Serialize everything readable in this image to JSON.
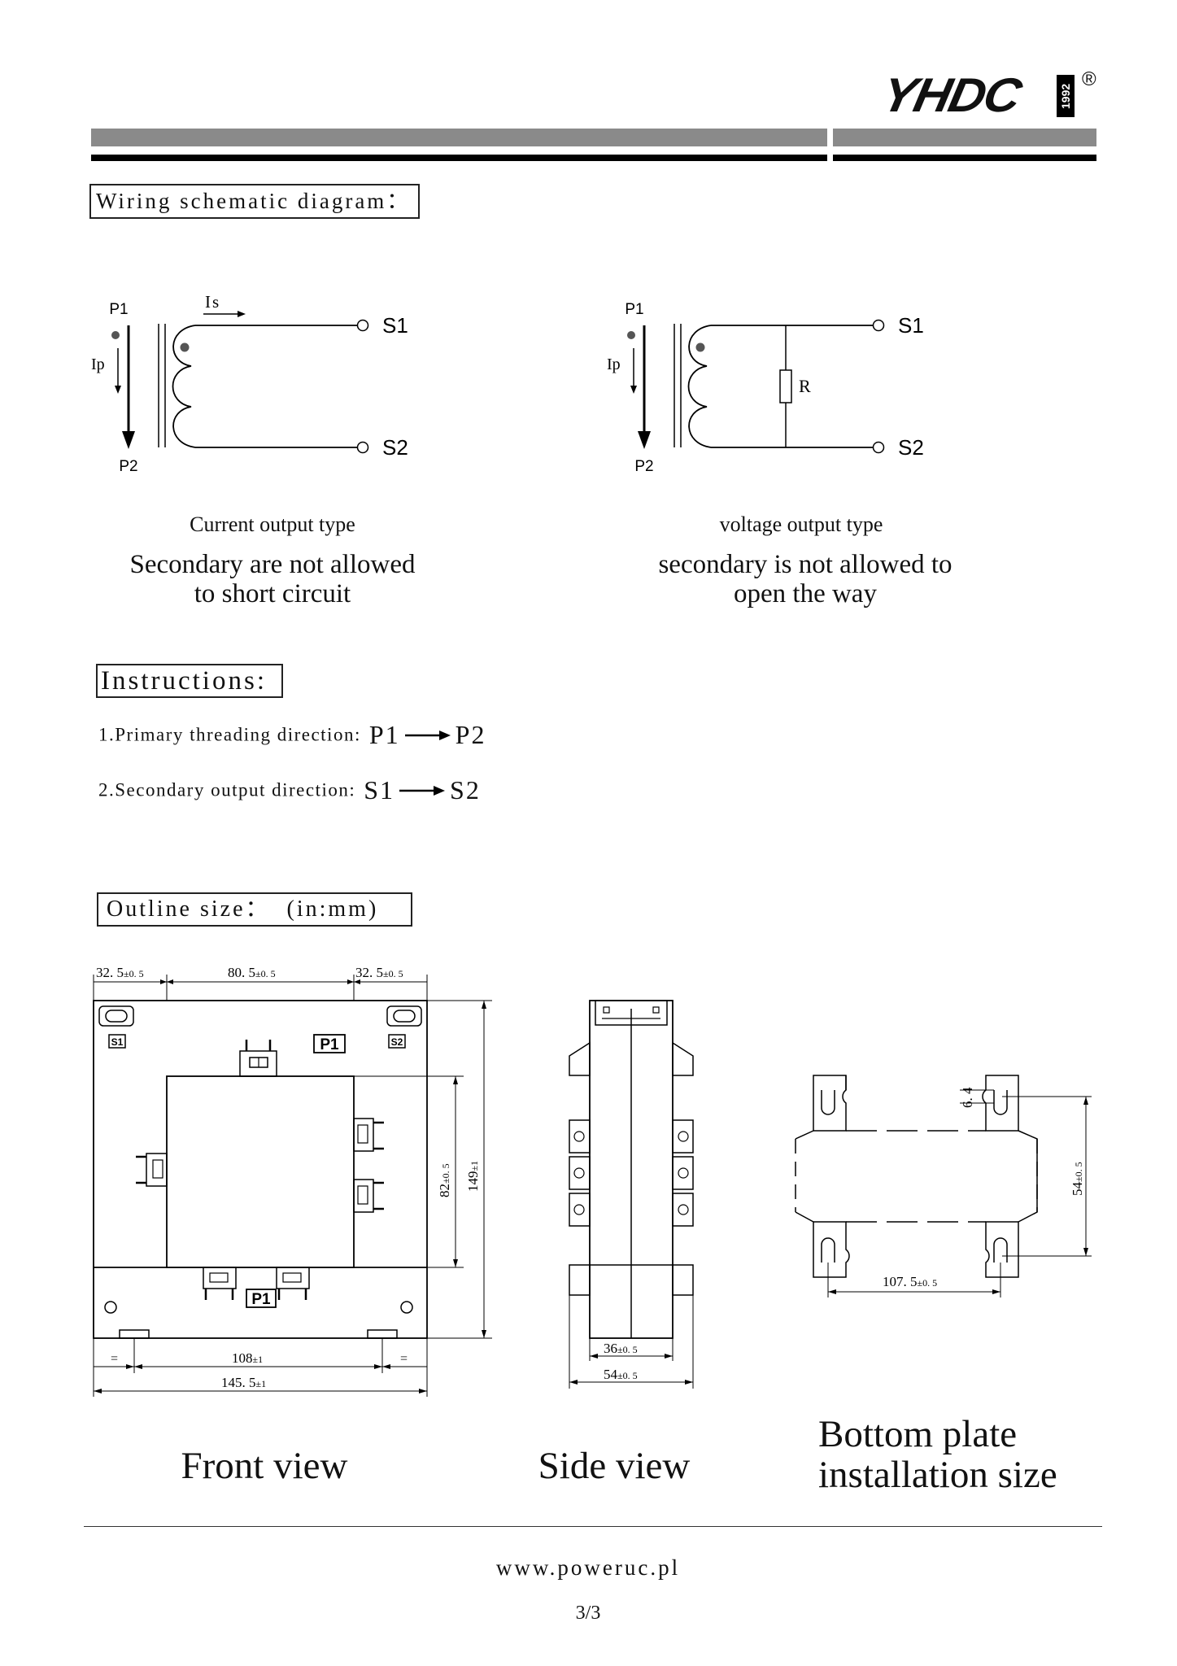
{
  "header": {
    "logo_text": "YHDC",
    "logo_year": "1992",
    "registered_mark": "®"
  },
  "sections": {
    "wiring_title": "Wiring schematic diagram：",
    "instructions_title": "Instructions:",
    "outline_title": "Outline size：  (in:mm)"
  },
  "wiring": {
    "current": {
      "p1": "P1",
      "p2": "P2",
      "ip": "Ip",
      "is": "Is",
      "s1": "S1",
      "s2": "S2",
      "type_label": "Current output type",
      "warning_line1": "Secondary are not allowed",
      "warning_line2": "to short circuit"
    },
    "voltage": {
      "p1": "P1",
      "p2": "P2",
      "ip": "Ip",
      "r": "R",
      "s1": "S1",
      "s2": "S2",
      "type_label": "voltage output type",
      "warning_line1": "secondary is not allowed to",
      "warning_line2": "open the way"
    }
  },
  "instructions": {
    "item1_label": "1.Primary threading direction:",
    "item1_from": "P1",
    "item1_to": "P2",
    "item2_label": "2.Secondary output direction:",
    "item2_from": "S1",
    "item2_to": "S2"
  },
  "front_view": {
    "caption": "Front view",
    "dim_left_top": "32. 5",
    "dim_left_top_tol": "±0. 5",
    "dim_mid_top": "80. 5",
    "dim_mid_top_tol": "±0. 5",
    "dim_right_top": "32. 5",
    "dim_right_top_tol": "±0. 5",
    "dim_inner_height": "82",
    "dim_inner_height_tol": "±0. 5",
    "dim_total_height": "149",
    "dim_total_height_tol": "±1",
    "dim_inner_width": "108",
    "dim_inner_width_tol": "±1",
    "dim_total_width": "145. 5",
    "dim_total_width_tol": "±1",
    "eq_left": "=",
    "eq_right": "=",
    "label_s1": "S1",
    "label_s2": "S2",
    "label_p1_top": "P1",
    "label_p1_bottom": "P1"
  },
  "side_view": {
    "caption": "Side view",
    "dim_inner": "36",
    "dim_inner_tol": "±0. 5",
    "dim_outer": "54",
    "dim_outer_tol": "±0. 5"
  },
  "bottom_view": {
    "caption_line1": "Bottom plate",
    "caption_line2": "installation size",
    "dim_slot": "6. 4",
    "dim_height": "54",
    "dim_height_tol": "±0. 5",
    "dim_width": "107. 5",
    "dim_width_tol": "±0. 5"
  },
  "footer": {
    "website": "www.poweruc.pl",
    "page": "3/3"
  }
}
